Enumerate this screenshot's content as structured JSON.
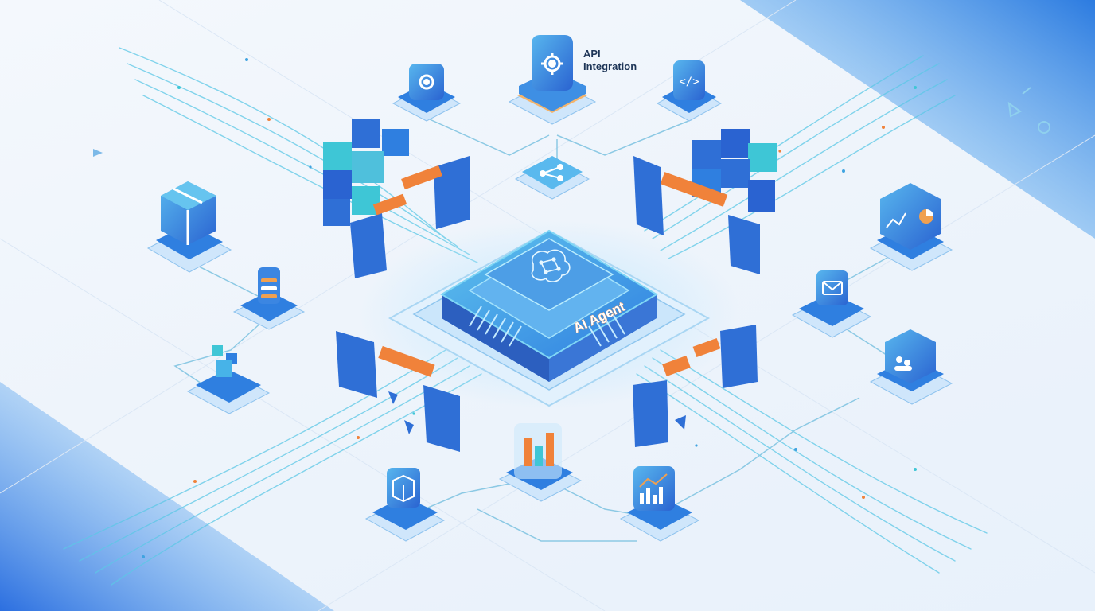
{
  "diagram": {
    "center": {
      "label": "AI Agent",
      "icon": "brain-icon"
    },
    "callout": {
      "line1": "API",
      "line2": "Integration",
      "icon": "gear-icon"
    },
    "modules": [
      {
        "name": "gear-module",
        "icon": "gear-icon"
      },
      {
        "name": "code-module",
        "icon": "code-icon"
      },
      {
        "name": "share-module",
        "icon": "share-nodes-icon"
      },
      {
        "name": "package-module",
        "icon": "package-icon"
      },
      {
        "name": "database-module",
        "icon": "database-icon"
      },
      {
        "name": "blocks-module",
        "icon": "blocks-icon"
      },
      {
        "name": "analytics-module",
        "icon": "analytics-icon"
      },
      {
        "name": "mail-module",
        "icon": "mail-icon"
      },
      {
        "name": "users-module",
        "icon": "users-icon"
      },
      {
        "name": "bar-chart-module",
        "icon": "bar-chart-icon"
      },
      {
        "name": "box-module",
        "icon": "box-icon"
      },
      {
        "name": "trend-chart-module",
        "icon": "trend-chart-icon"
      }
    ],
    "colors": {
      "primary_blue": "#2f6fd6",
      "teal": "#3ec6d6",
      "accent_orange": "#f0823a",
      "background": "#eef4fb"
    }
  }
}
